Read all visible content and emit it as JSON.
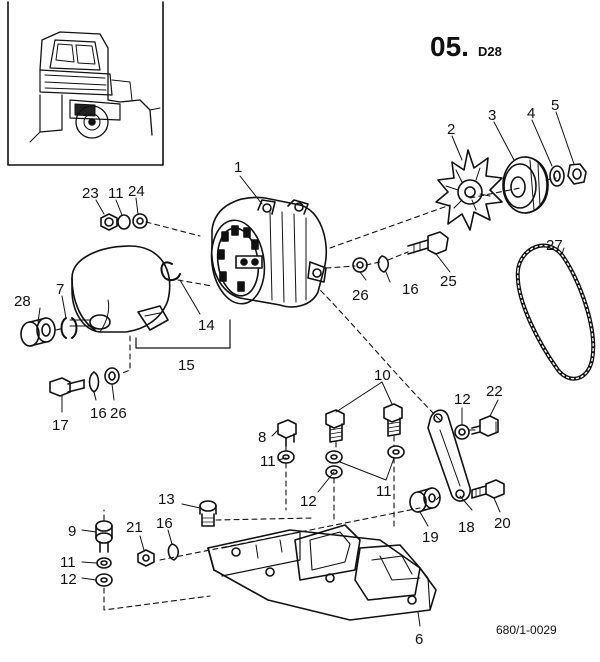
{
  "header": {
    "section_code": "05.",
    "section_suffix": "D28"
  },
  "reference_number": "680/1-0029",
  "callouts": [
    {
      "id": "c1",
      "text": "1"
    },
    {
      "id": "c2",
      "text": "2"
    },
    {
      "id": "c3",
      "text": "3"
    },
    {
      "id": "c4",
      "text": "4"
    },
    {
      "id": "c5",
      "text": "5"
    },
    {
      "id": "c6",
      "text": "6"
    },
    {
      "id": "c7",
      "text": "7"
    },
    {
      "id": "c8",
      "text": "8"
    },
    {
      "id": "c9",
      "text": "9"
    },
    {
      "id": "c10",
      "text": "10"
    },
    {
      "id": "c11a",
      "text": "11"
    },
    {
      "id": "c11b",
      "text": "11"
    },
    {
      "id": "c11c",
      "text": "11"
    },
    {
      "id": "c11d",
      "text": "11"
    },
    {
      "id": "c12a",
      "text": "12"
    },
    {
      "id": "c12b",
      "text": "12"
    },
    {
      "id": "c12c",
      "text": "12"
    },
    {
      "id": "c13",
      "text": "13"
    },
    {
      "id": "c14",
      "text": "14"
    },
    {
      "id": "c15",
      "text": "15"
    },
    {
      "id": "c16a",
      "text": "16"
    },
    {
      "id": "c16b",
      "text": "16"
    },
    {
      "id": "c16c",
      "text": "16"
    },
    {
      "id": "c17",
      "text": "17"
    },
    {
      "id": "c18",
      "text": "18"
    },
    {
      "id": "c19",
      "text": "19"
    },
    {
      "id": "c20",
      "text": "20"
    },
    {
      "id": "c21",
      "text": "21"
    },
    {
      "id": "c22",
      "text": "22"
    },
    {
      "id": "c23",
      "text": "23"
    },
    {
      "id": "c24",
      "text": "24"
    },
    {
      "id": "c25",
      "text": "25"
    },
    {
      "id": "c26a",
      "text": "26"
    },
    {
      "id": "c26b",
      "text": "26"
    },
    {
      "id": "c27",
      "text": "27"
    },
    {
      "id": "c28",
      "text": "28"
    }
  ]
}
